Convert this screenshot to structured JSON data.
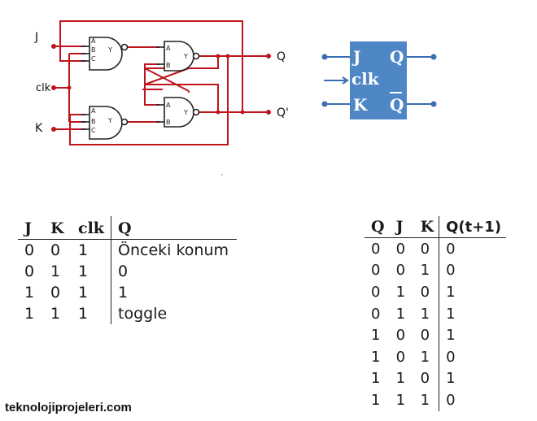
{
  "circuit": {
    "inputs": {
      "j": "J",
      "clk": "clk",
      "k": "K"
    },
    "outputs": {
      "q": "Q",
      "q_not": "Q'"
    },
    "gate_pins": {
      "nand3_a": "A",
      "nand3_b": "B",
      "nand3_c": "C",
      "nand3_y": "Y",
      "nand2_a": "A",
      "nand2_b": "B",
      "nand2_y": "Y"
    },
    "colors": {
      "wire": "#c0141c",
      "gate": "#222222"
    }
  },
  "symbol": {
    "j": "J",
    "clk": "clk",
    "k": "K",
    "q": "Q",
    "q_bar": "Q",
    "colors": {
      "fill": "#4f86c6",
      "text": "#ffffff",
      "line": "#3a6db1"
    }
  },
  "table1": {
    "headers": [
      "J",
      "K",
      "clk",
      "Q"
    ],
    "rows": [
      [
        "0",
        "0",
        "1",
        "Önceki konum"
      ],
      [
        "0",
        "1",
        "1",
        "0"
      ],
      [
        "1",
        "0",
        "1",
        "1"
      ],
      [
        "1",
        "1",
        "1",
        "toggle"
      ]
    ]
  },
  "table2": {
    "headers": [
      "Q",
      "J",
      "K",
      "Q(t+1)"
    ],
    "rows": [
      [
        "0",
        "0",
        "0",
        "0"
      ],
      [
        "0",
        "0",
        "1",
        "0"
      ],
      [
        "0",
        "1",
        "0",
        "1"
      ],
      [
        "0",
        "1",
        "1",
        "1"
      ],
      [
        "1",
        "0",
        "0",
        "1"
      ],
      [
        "1",
        "0",
        "1",
        "0"
      ],
      [
        "1",
        "1",
        "0",
        "1"
      ],
      [
        "1",
        "1",
        "1",
        "0"
      ]
    ]
  },
  "footer": {
    "site": "teknolojiprojeleri.com"
  }
}
